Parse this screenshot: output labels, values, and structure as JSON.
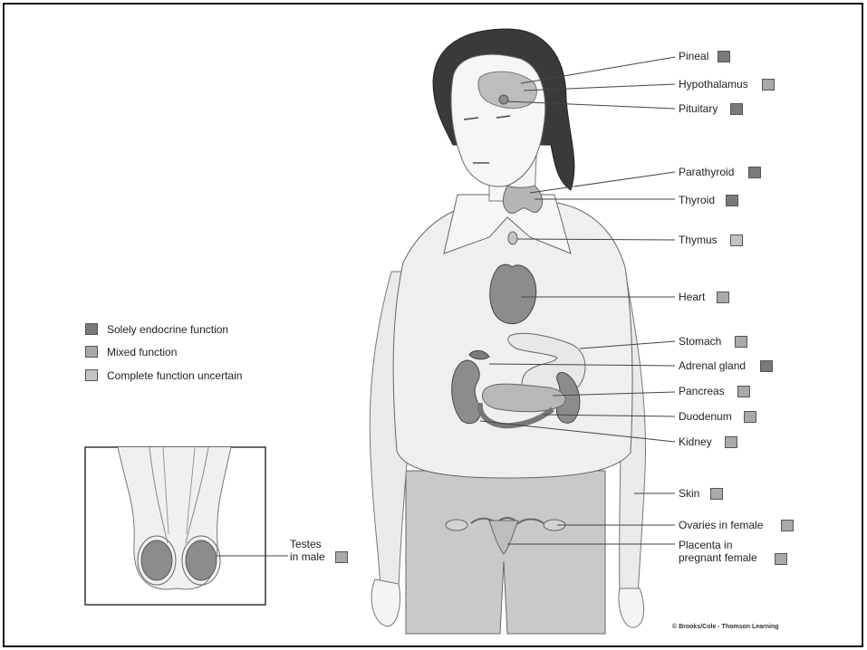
{
  "colors": {
    "solely_endocrine": "#7a7a7a",
    "mixed": "#a9a9a9",
    "uncertain": "#c4c4c4",
    "organ_fill": "#8c8c8c",
    "line": "#444444"
  },
  "legend": [
    {
      "label": "Solely endocrine function",
      "category": "solely_endocrine"
    },
    {
      "label": "Mixed function",
      "category": "mixed"
    },
    {
      "label": "Complete function uncertain",
      "category": "uncertain"
    }
  ],
  "labels": [
    {
      "text": "Pineal",
      "category": "solely_endocrine"
    },
    {
      "text": "Hypothalamus",
      "category": "mixed"
    },
    {
      "text": "Pituitary",
      "category": "solely_endocrine"
    },
    {
      "text": "Parathyroid",
      "category": "solely_endocrine"
    },
    {
      "text": "Thyroid",
      "category": "solely_endocrine"
    },
    {
      "text": "Thymus",
      "category": "uncertain"
    },
    {
      "text": "Heart",
      "category": "mixed"
    },
    {
      "text": "Stomach",
      "category": "mixed"
    },
    {
      "text": "Adrenal gland",
      "category": "solely_endocrine"
    },
    {
      "text": "Pancreas",
      "category": "mixed"
    },
    {
      "text": "Duodenum",
      "category": "mixed"
    },
    {
      "text": "Kidney",
      "category": "mixed"
    },
    {
      "text": "Skin",
      "category": "mixed"
    },
    {
      "text": "Ovaries in female",
      "category": "mixed"
    },
    {
      "text": "Placenta in\npregnant female",
      "category": "mixed"
    },
    {
      "text": "Testes\nin male",
      "category": "mixed"
    }
  ],
  "credit": "© Brooks/Cole - Thomson Learning"
}
